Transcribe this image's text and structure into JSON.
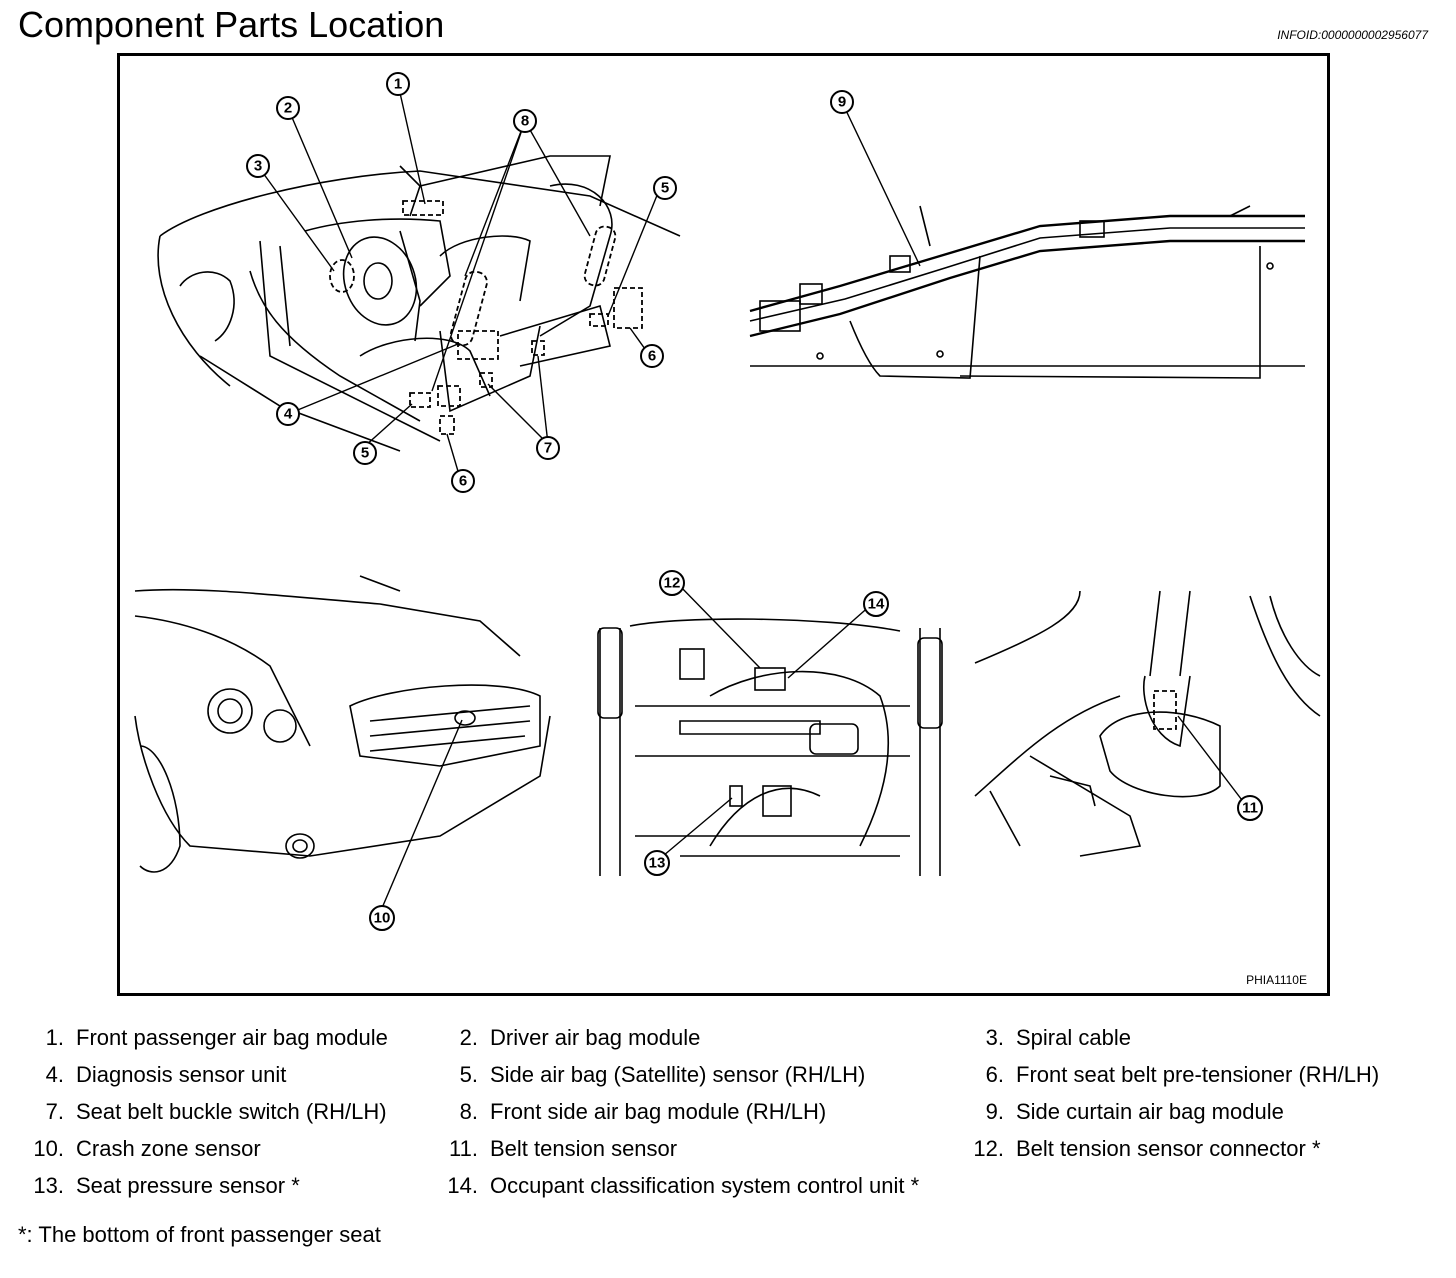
{
  "header": {
    "title": "Component Parts Location",
    "info_id": "INFOID:0000000002956077"
  },
  "figure": {
    "code": "PHIA1110E",
    "callouts": [
      "1",
      "2",
      "3",
      "4",
      "5",
      "6",
      "7",
      "8",
      "9",
      "10",
      "11",
      "12",
      "13",
      "14"
    ]
  },
  "legend": [
    {
      "num": "1.",
      "text": "Front passenger air bag module"
    },
    {
      "num": "2.",
      "text": "Driver air bag module"
    },
    {
      "num": "3.",
      "text": "Spiral cable"
    },
    {
      "num": "4.",
      "text": "Diagnosis sensor unit"
    },
    {
      "num": "5.",
      "text": "Side air bag (Satellite) sensor (RH/LH)"
    },
    {
      "num": "6.",
      "text": "Front seat belt pre-tensioner (RH/LH)"
    },
    {
      "num": "7.",
      "text": "Seat belt buckle switch (RH/LH)"
    },
    {
      "num": "8.",
      "text": "Front side air bag module (RH/LH)"
    },
    {
      "num": "9.",
      "text": "Side curtain air bag module"
    },
    {
      "num": "10.",
      "text": "Crash zone sensor"
    },
    {
      "num": "11.",
      "text": "Belt tension sensor"
    },
    {
      "num": "12.",
      "text": "Belt tension sensor connector *"
    },
    {
      "num": "13.",
      "text": "Seat pressure sensor *"
    },
    {
      "num": "14.",
      "text": "Occupant classification system control unit *"
    }
  ],
  "footnote": {
    "marker": "*:",
    "text": "The bottom of front passenger seat"
  }
}
